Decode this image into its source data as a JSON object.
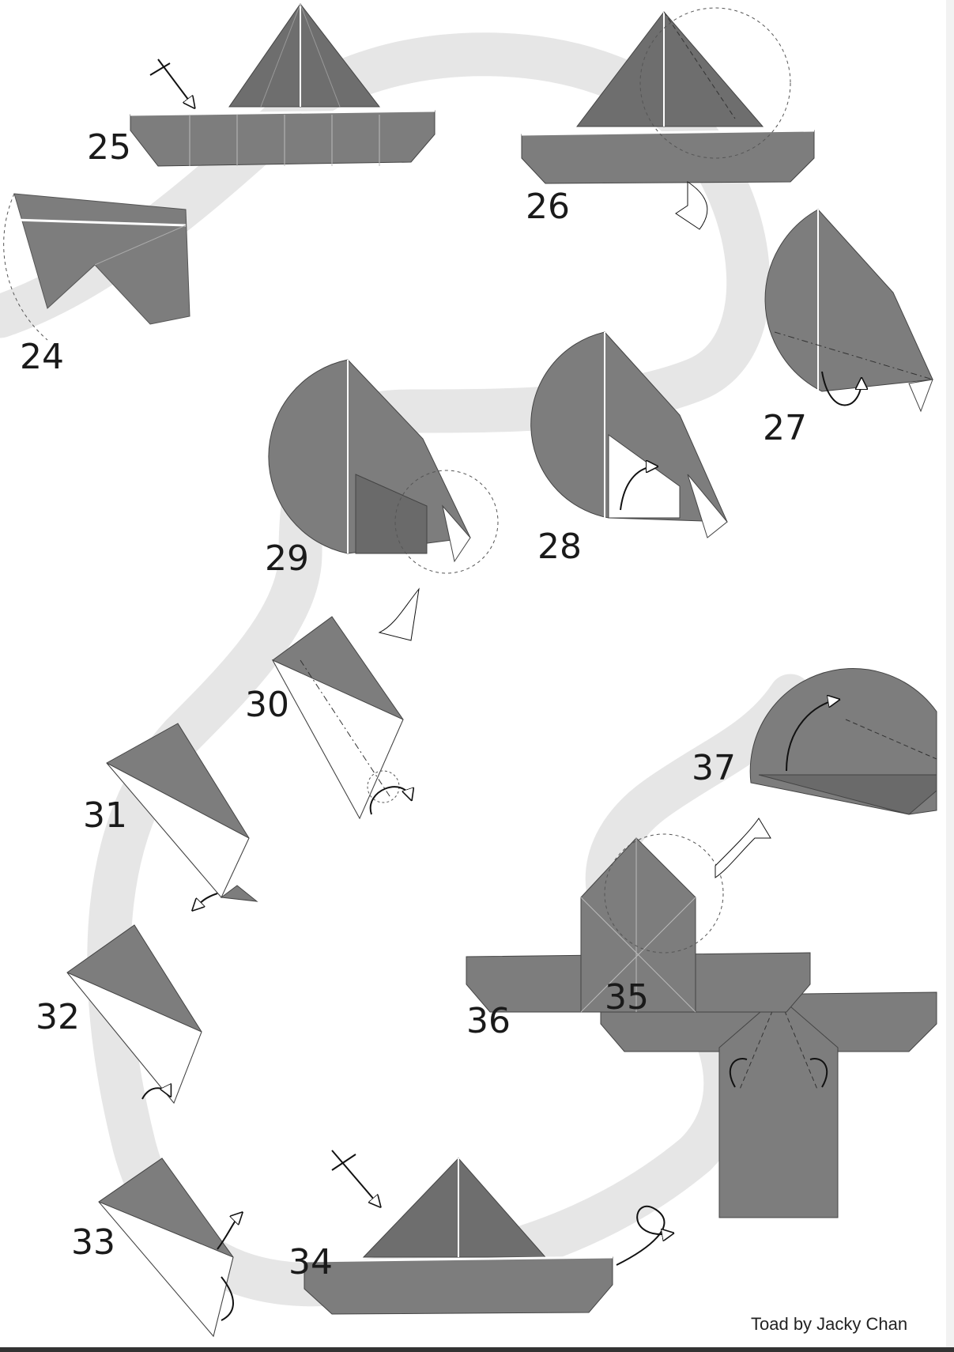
{
  "steps": {
    "s24": "24",
    "s25": "25",
    "s26": "26",
    "s27": "27",
    "s28": "28",
    "s29": "29",
    "s30": "30",
    "s31": "31",
    "s32": "32",
    "s33": "33",
    "s34": "34",
    "s35": "35",
    "s36": "36",
    "s37": "37"
  },
  "credit": "Toad by Jacky Chan",
  "colors": {
    "paper_gray": "#7d7d7d",
    "paper_dark": "#5e5e5e",
    "paper_white": "#ffffff",
    "path_band": "#e6e6e6",
    "ink": "#1a1a1a"
  }
}
